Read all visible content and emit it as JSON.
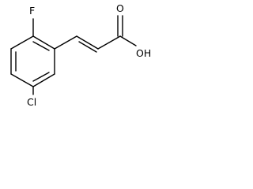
{
  "molecule": {
    "atoms": {
      "fluorine": "F",
      "chlorine": "Cl",
      "carbonyl_oxygen": "O",
      "hydroxyl": "OH"
    },
    "colors": {
      "bond": "#000000",
      "label": "#000000",
      "background": "#ffffff"
    }
  }
}
